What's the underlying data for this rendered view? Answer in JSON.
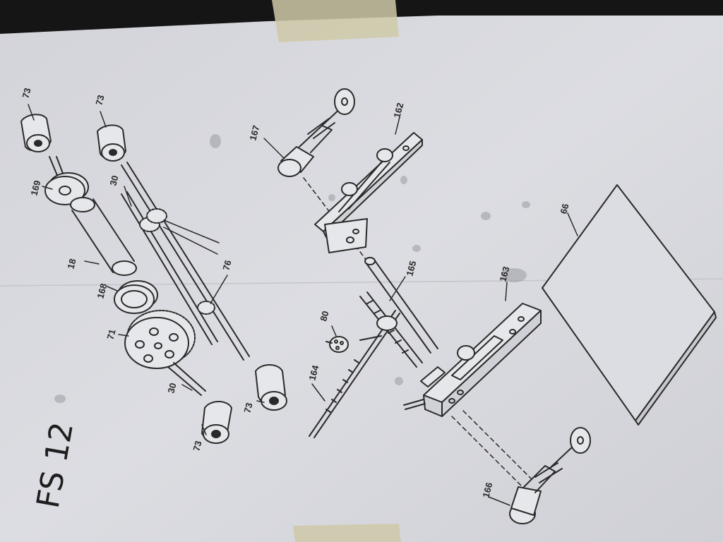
{
  "sheet_label": "FS 12",
  "part_labels": {
    "p73a": "73",
    "p73b": "73",
    "p73c": "73",
    "p73d": "73",
    "p169": "169",
    "p30a": "30",
    "p30b": "30",
    "p18": "18",
    "p168": "168",
    "p76": "76",
    "p71": "71",
    "p167": "167",
    "p162": "162",
    "p165": "165",
    "p80": "80",
    "p164": "164",
    "p163": "163",
    "p66": "66",
    "p166": "166"
  },
  "colors": {
    "paper": "#d8d9de",
    "ink": "#2a2a2a",
    "tape": "#cfc9a8",
    "background": "#151515"
  }
}
